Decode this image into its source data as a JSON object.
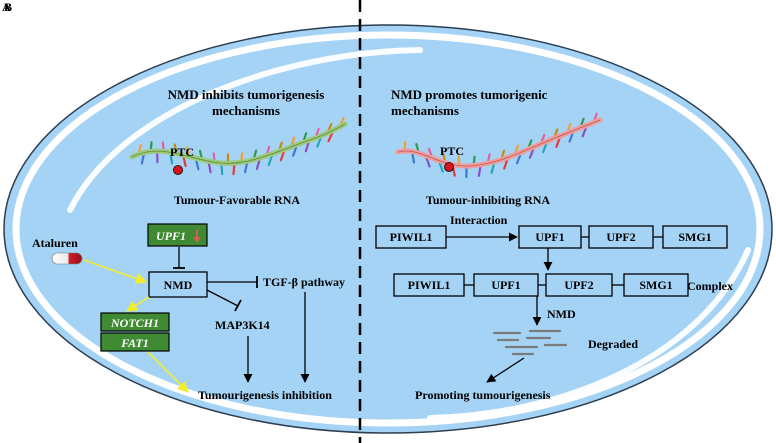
{
  "panel_letters": {
    "a": "A",
    "b": "B"
  },
  "left": {
    "title_line1": "NMD inhibits tumorigenesis",
    "title_line2": "mechanisms",
    "ptc": "PTC",
    "rna_label": "Tumour-Favorable RNA",
    "upf1": "UPF1",
    "ataluren": "Ataluren",
    "nmd": "NMD",
    "tgf": "TGF-β pathway",
    "map3k14": "MAP3K14",
    "notch1": "NOTCH1",
    "fat1": "FAT1",
    "outcome": "Tumourigenesis inhibition"
  },
  "right": {
    "title_line1": "NMD promotes tumorigenic",
    "title_line2": "mechanisms",
    "ptc": "PTC",
    "rna_label": "Tumour-inhibiting RNA",
    "row1": [
      "PIWIL1",
      "UPF1",
      "UPF2",
      "SMG1"
    ],
    "interaction": "Interaction",
    "row2": [
      "PIWIL1",
      "UPF1",
      "UPF2",
      "SMG1"
    ],
    "complex": "Complex",
    "nmd": "NMD",
    "degraded": "Degraded",
    "outcome": "Promoting tumourigenesis"
  },
  "colors": {
    "cell_fill": "#a4d3f5",
    "cell_rim": "#ffffff",
    "cell_outline": "#2c3e50",
    "left_rna": "#9dc97a",
    "right_rna": "#f29b9b",
    "ptc_dot": "#d9141b",
    "gene_box": "#3f8a33",
    "upf1_arrow": "#e85a4f",
    "yellow_arrow": "#f2ee2a"
  }
}
